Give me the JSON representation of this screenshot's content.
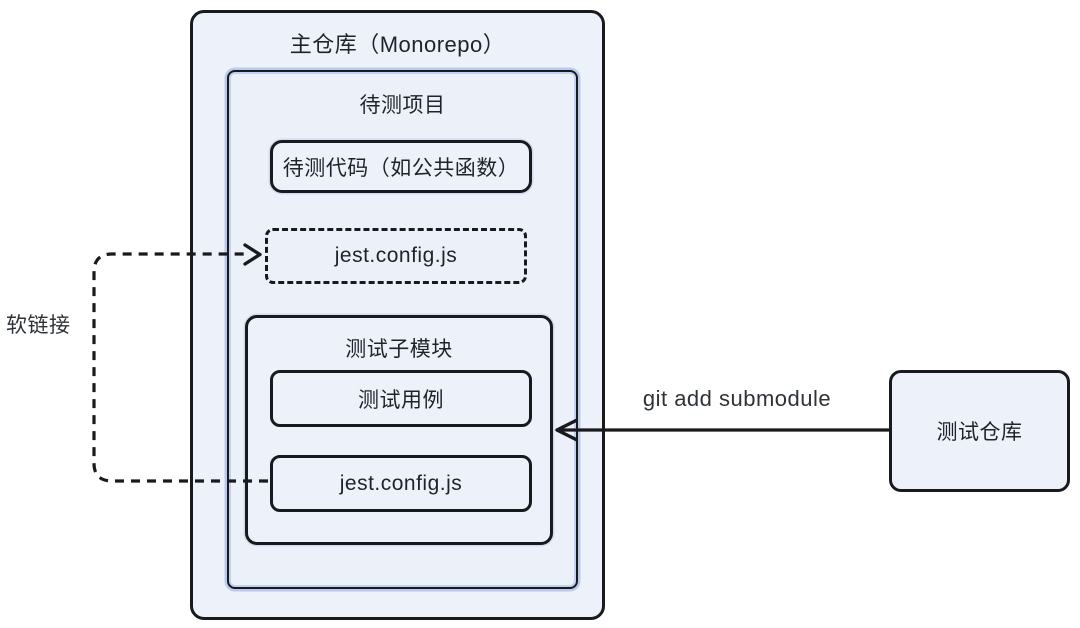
{
  "colors": {
    "background": "#ffffff",
    "box_fill": "#edf2fa",
    "border": "#181a1e",
    "inner_glow": "#92aae0",
    "text": "#1f2329",
    "edge_label_text": "#2e3338"
  },
  "nodes": {
    "main_repo": {
      "title": "主仓库（Monorepo）"
    },
    "project": {
      "title": "待测项目"
    },
    "code": {
      "label": "待测代码（如公共函数）"
    },
    "jest_symlink_target": {
      "label": "jest.config.js"
    },
    "submodule": {
      "title": "测试子模块"
    },
    "test_cases": {
      "label": "测试用例"
    },
    "jest_config": {
      "label": "jest.config.js"
    },
    "test_repo": {
      "label": "测试仓库"
    }
  },
  "edges": {
    "symlink": {
      "label": "软链接",
      "style": "dashed",
      "from": "jest_config",
      "to": "jest_symlink_target"
    },
    "git_submodule": {
      "label": "git add submodule",
      "style": "solid",
      "from": "test_repo",
      "to": "submodule"
    }
  }
}
